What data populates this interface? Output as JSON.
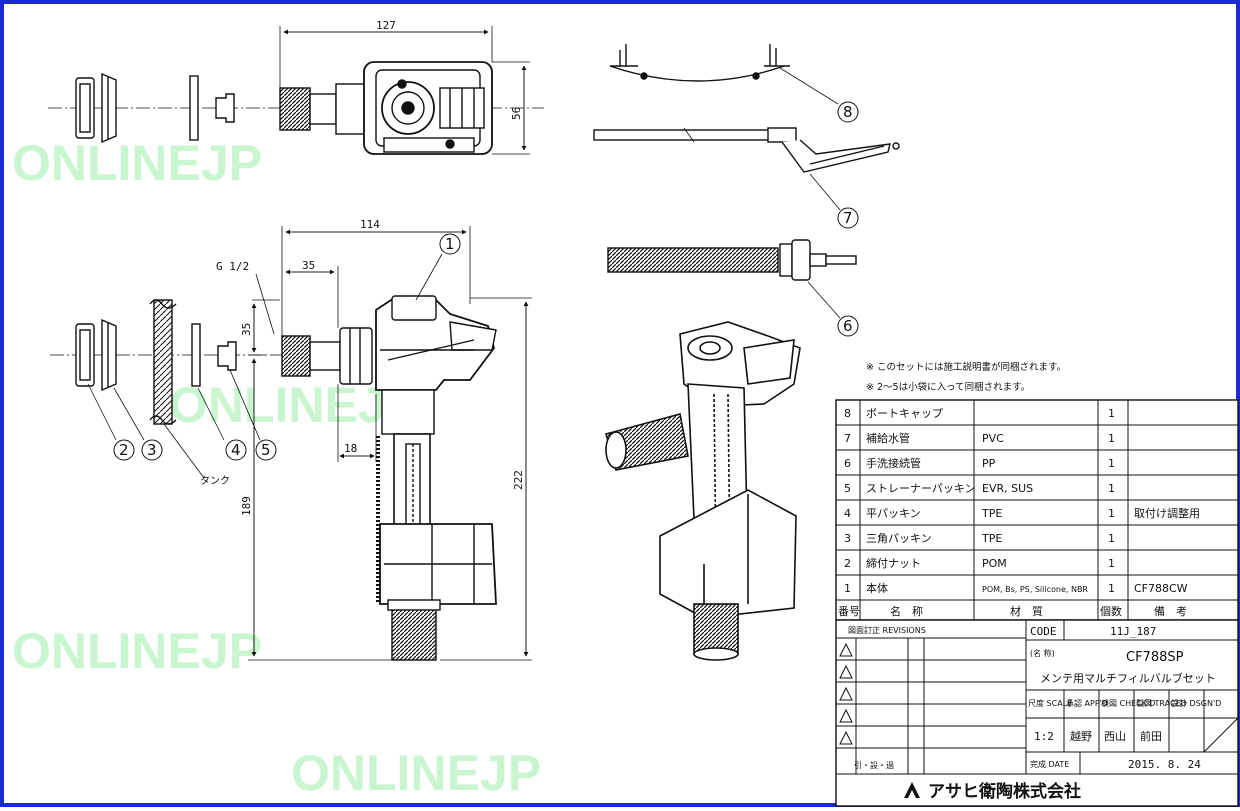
{
  "watermark": "ONLINEJP",
  "dimensions": {
    "top_width": "127",
    "top_height": "56",
    "front_width": "114",
    "thread": "G 1/2",
    "inlet_length": "35",
    "offset_35": "35",
    "gap": "18",
    "height_total": "222",
    "height_lower": "189"
  },
  "callouts": [
    "1",
    "2",
    "3",
    "4",
    "5",
    "6",
    "7",
    "8"
  ],
  "tank_label": "タンク",
  "notes": [
    "※ このセットには施工説明書が同梱されます。",
    "※ 2～5は小袋に入って同梱されます。"
  ],
  "parts_header": {
    "no": "番号",
    "name": "名　称",
    "material": "材　質",
    "qty": "個数",
    "remarks": "備　考"
  },
  "parts": [
    {
      "no": "8",
      "name": "ボートキャップ",
      "material": "",
      "qty": "1",
      "remarks": ""
    },
    {
      "no": "7",
      "name": "補給水管",
      "material": "PVC",
      "qty": "1",
      "remarks": ""
    },
    {
      "no": "6",
      "name": "手洗接続管",
      "material": "PP",
      "qty": "1",
      "remarks": ""
    },
    {
      "no": "5",
      "name": "ストレーナーパッキン",
      "material": "EVR, SUS",
      "qty": "1",
      "remarks": ""
    },
    {
      "no": "4",
      "name": "平パッキン",
      "material": "TPE",
      "qty": "1",
      "remarks": "取付け調整用"
    },
    {
      "no": "3",
      "name": "三角パッキン",
      "material": "TPE",
      "qty": "1",
      "remarks": ""
    },
    {
      "no": "2",
      "name": "締付ナット",
      "material": "POM",
      "qty": "1",
      "remarks": ""
    },
    {
      "no": "1",
      "name": "本体",
      "material": "POM, Bs, PS, Silicone, NBR",
      "qty": "1",
      "remarks": "CF788CW"
    }
  ],
  "title_block": {
    "revisions_label": "図面訂正 REVISIONS",
    "code_label": "CODE",
    "code_value": "11J_187",
    "name_label": "(名 称)",
    "product": "CF788SP",
    "product_desc": "メンテ用マルチフィルバルブセット",
    "scale_label": "尺度 SCALE",
    "appd_label": "承認 APP'D",
    "chkd_label": "検図 CHECK'D",
    "traced_label": "製図 TRACED",
    "dsgnd_label": "設計 DSGN'D",
    "scale_value": "1:2",
    "appd_value": "越野",
    "chkd_value": "西山",
    "traced_value": "前田",
    "dsgnd_value": "",
    "signoff_label": "引・設・過",
    "date_label": "完成 DATE",
    "date_value": "2015. 8. 24",
    "company": "アサヒ衛陶株式会社"
  }
}
